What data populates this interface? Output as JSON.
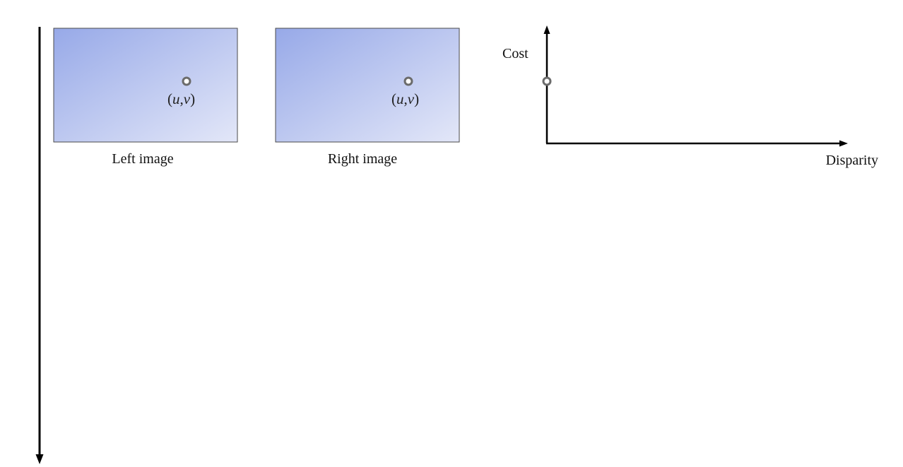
{
  "left_panel": {
    "caption": "Left image",
    "point_label": {
      "open": "(",
      "u": "u",
      "comma": ",",
      "v": "v",
      "close": ")"
    }
  },
  "right_panel": {
    "caption": "Right image",
    "point_label": {
      "open": "(",
      "u": "u",
      "comma": ",",
      "v": "v",
      "close": ")"
    }
  },
  "cost_plot": {
    "y_axis_label": "Cost",
    "x_axis_label": "Disparity"
  },
  "colors": {
    "panel_gradient_start": "#97a9e8",
    "panel_gradient_end": "#e3e7f8",
    "marker_stroke": "#6b6b6b",
    "marker_fill": "#ffffff",
    "axis": "#000000"
  }
}
